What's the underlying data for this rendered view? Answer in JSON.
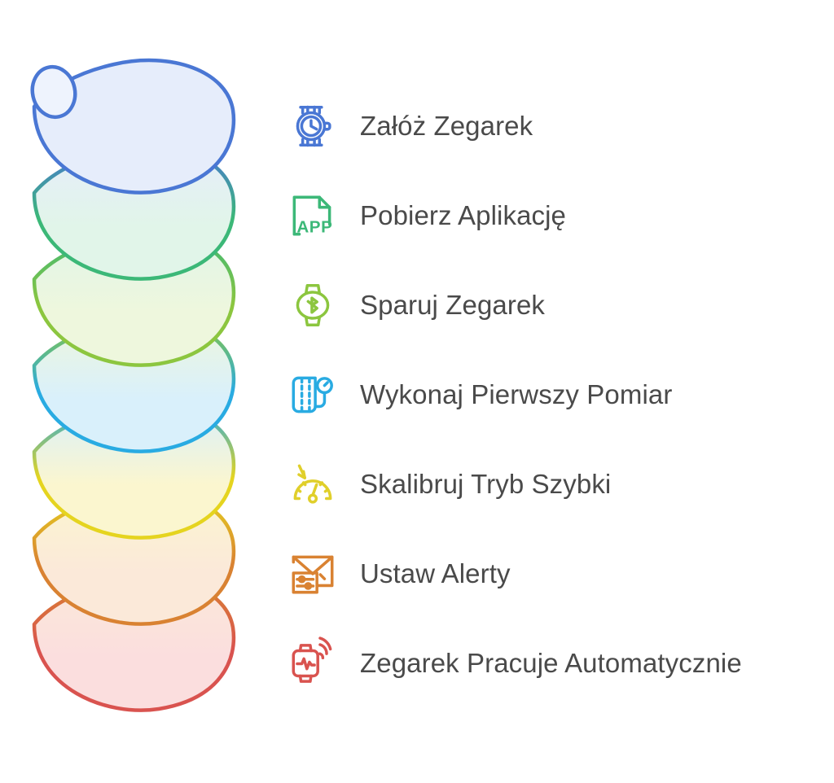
{
  "infographic": {
    "background_color": "#ffffff",
    "text_color": "#4a4a4a",
    "spiral": {
      "name": "gradient-coil-spiral",
      "turns": 7,
      "segments": [
        {
          "index": 1,
          "stroke": "#4a77d4",
          "fill": "#e6edfb",
          "icon_color": "#4a77d4"
        },
        {
          "index": 2,
          "stroke": "#3cb878",
          "fill": "#e1f5e9",
          "icon_color": "#3cb878"
        },
        {
          "index": 3,
          "stroke": "#8cc63f",
          "fill": "#eef7dd",
          "icon_color": "#8cc63f"
        },
        {
          "index": 4,
          "stroke": "#29abe2",
          "fill": "#d9f0fb",
          "icon_color": "#29abe2"
        },
        {
          "index": 5,
          "stroke": "#e5d41f",
          "fill": "#fbf6cf",
          "icon_color": "#e0cf2b"
        },
        {
          "index": 6,
          "stroke": "#d98232",
          "fill": "#fbe9d9",
          "icon_color": "#d98232"
        },
        {
          "index": 7,
          "stroke": "#d9534f",
          "fill": "#fbdede",
          "icon_color": "#d9534f"
        }
      ]
    },
    "steps": [
      {
        "number": 1,
        "label": "Załóż Zegarek",
        "icon": "wristwatch-icon",
        "color": "#4a77d4"
      },
      {
        "number": 2,
        "label": "Pobierz Aplikację",
        "icon": "app-document-icon",
        "color": "#3cb878"
      },
      {
        "number": 3,
        "label": "Sparuj Zegarek",
        "icon": "bluetooth-watch-icon",
        "color": "#8cc63f"
      },
      {
        "number": 4,
        "label": "Wykonaj Pierwszy Pomiar",
        "icon": "blood-pressure-cuff-icon",
        "color": "#29abe2"
      },
      {
        "number": 5,
        "label": "Skalibruj Tryb Szybki",
        "icon": "gauge-calibrate-icon",
        "color": "#e0cf2b"
      },
      {
        "number": 6,
        "label": "Ustaw Alerty",
        "icon": "envelope-settings-icon",
        "color": "#d98232"
      },
      {
        "number": 7,
        "label": "Zegarek Pracuje Automatycznie",
        "icon": "smartwatch-ecg-signal-icon",
        "color": "#d9534f"
      }
    ],
    "icon_glyph_text": {
      "app_document": "APP"
    }
  }
}
